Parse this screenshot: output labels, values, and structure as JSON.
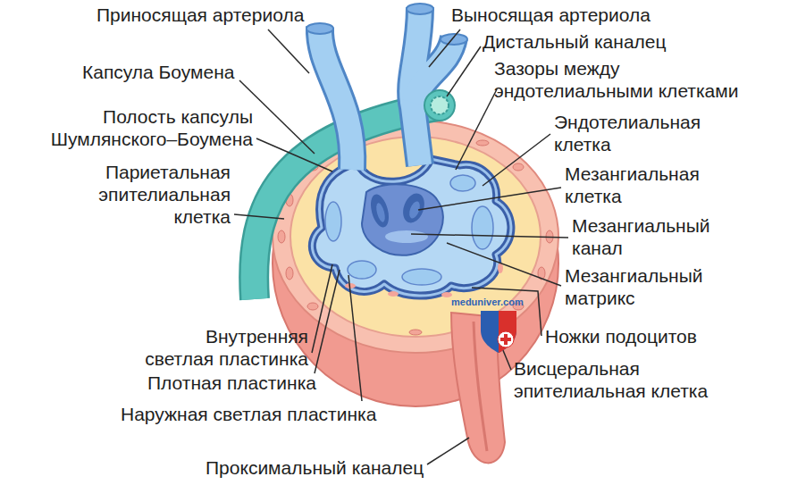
{
  "diagram": {
    "labels": [
      "Приносящая артериола",
      "Капсула Боумена",
      "Полость капсулы Шумлянского–Боумена",
      "Париетальная эпителиальная клетка",
      "Внутренняя светлая пластинка",
      "Плотная пластинка",
      "Наружная светлая пластинка",
      "Проксимальный каналец",
      "Выносящая артериола",
      "Дистальный каналец",
      "Зазоры между эндотелиальными клетками",
      "Эндотелиальная клетка",
      "Мезангиальная клетка",
      "Мезангиальный канал",
      "Мезангиальный матрикс",
      "Ножки подоцитов",
      "Висцеральная эпителиальная клетка",
      "meduniver.com"
    ]
  }
}
